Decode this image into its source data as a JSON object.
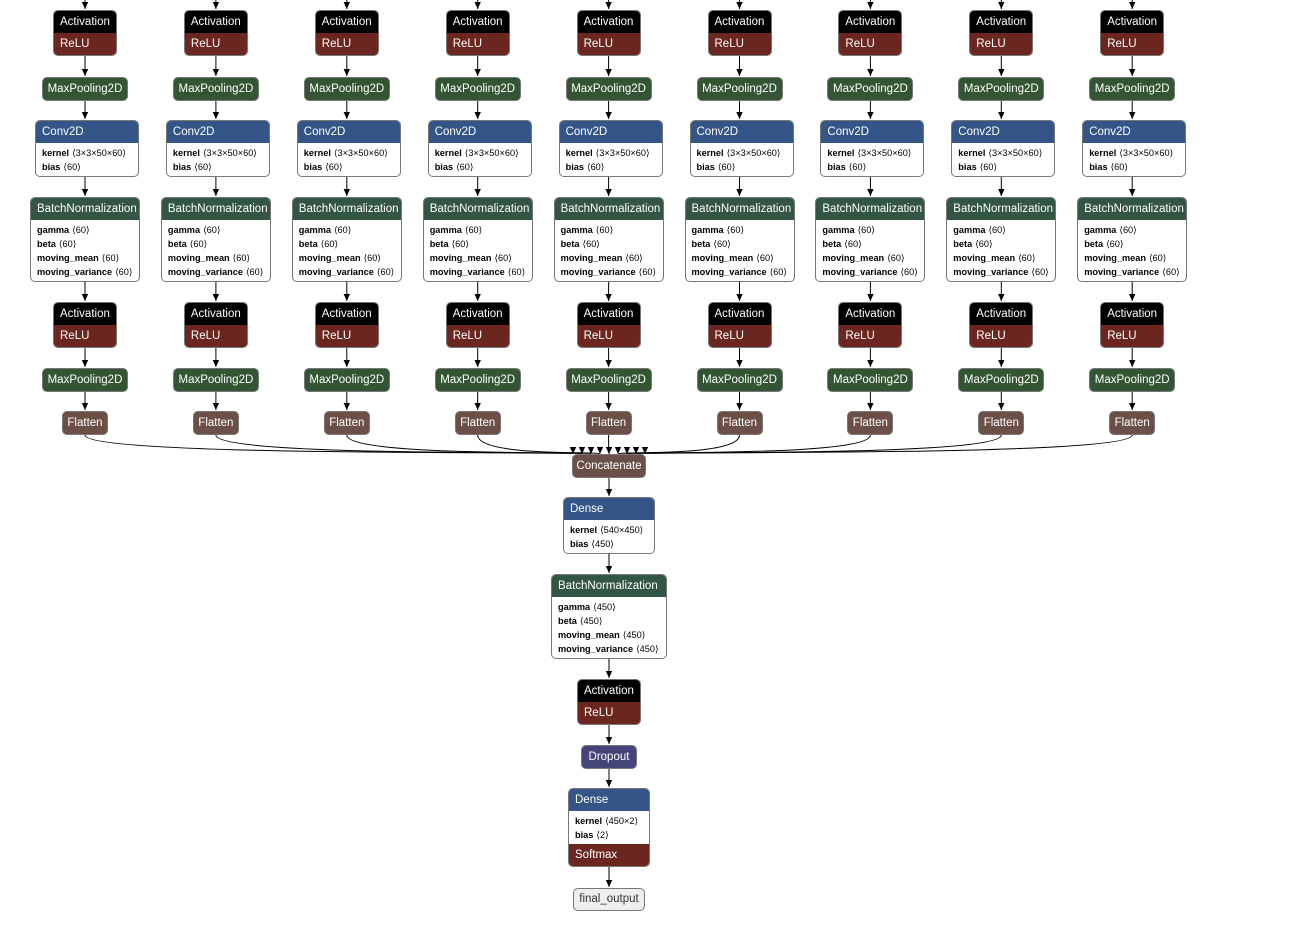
{
  "colors": {
    "activation": "#000000",
    "activation_fn": "#6c2620",
    "pool": "#335533",
    "layer": "#335588",
    "normalization": "#335544",
    "shape": "#6c4f47",
    "dropout": "#45457a",
    "output": "#eeeeee",
    "edge": "#000000"
  },
  "branch": {
    "activation_top": {
      "title": "Activation",
      "fn": "ReLU"
    },
    "maxpool_top": "MaxPooling2D",
    "conv": {
      "title": "Conv2D",
      "attrs": [
        {
          "name": "kernel",
          "value": "⟨3×3×50×60⟩"
        },
        {
          "name": "bias",
          "value": "⟨60⟩"
        }
      ]
    },
    "batchnorm": {
      "title": "BatchNormalization",
      "attrs": [
        {
          "name": "gamma",
          "value": "⟨60⟩"
        },
        {
          "name": "beta",
          "value": "⟨60⟩"
        },
        {
          "name": "moving_mean",
          "value": "⟨60⟩"
        },
        {
          "name": "moving_variance",
          "value": "⟨60⟩"
        }
      ]
    },
    "activation_bottom": {
      "title": "Activation",
      "fn": "ReLU"
    },
    "maxpool_bottom": "MaxPooling2D",
    "flatten": "Flatten",
    "count": 9
  },
  "concatenate": "Concatenate",
  "dense1": {
    "title": "Dense",
    "attrs": [
      {
        "name": "kernel",
        "value": "⟨540×450⟩"
      },
      {
        "name": "bias",
        "value": "⟨450⟩"
      }
    ]
  },
  "batchnorm2": {
    "title": "BatchNormalization",
    "attrs": [
      {
        "name": "gamma",
        "value": "⟨450⟩"
      },
      {
        "name": "beta",
        "value": "⟨450⟩"
      },
      {
        "name": "moving_mean",
        "value": "⟨450⟩"
      },
      {
        "name": "moving_variance",
        "value": "⟨450⟩"
      }
    ]
  },
  "activation2": {
    "title": "Activation",
    "fn": "ReLU"
  },
  "dropout": "Dropout",
  "dense2": {
    "title": "Dense",
    "attrs": [
      {
        "name": "kernel",
        "value": "⟨450×2⟩"
      },
      {
        "name": "bias",
        "value": "⟨2⟩"
      }
    ],
    "fn": "Softmax"
  },
  "output": "final_output"
}
